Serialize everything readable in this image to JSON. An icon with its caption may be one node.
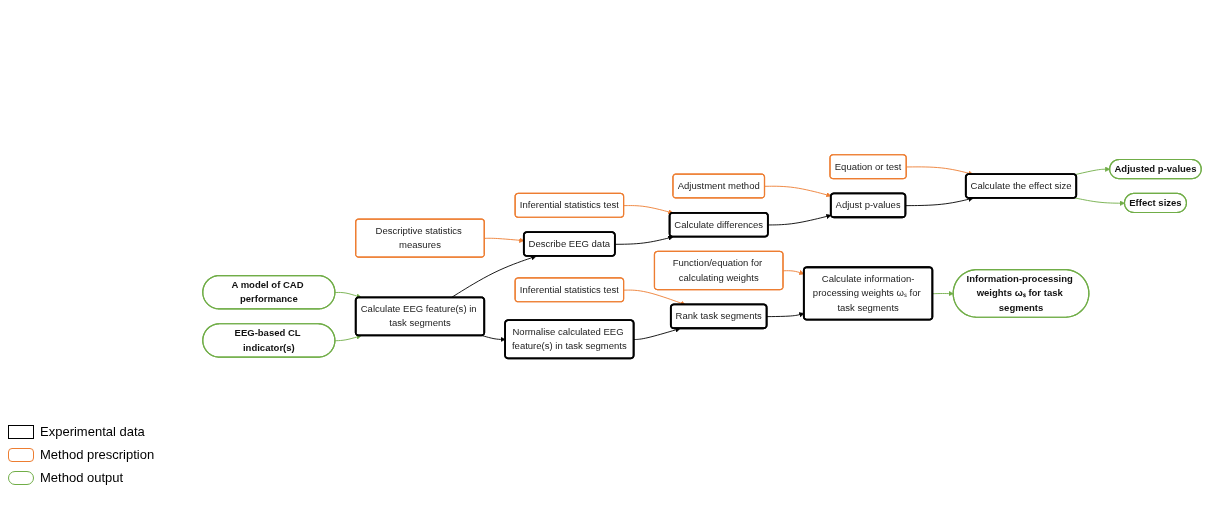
{
  "diagram": {
    "nodes": [
      {
        "text": [
          "EEG-based CL indicator(s)"
        ]
      },
      {
        "text": [
          "A model of CAD performance"
        ]
      },
      {
        "text": [
          "Calculate EEG feature(s) in task segments"
        ]
      },
      {
        "text": [
          "Descriptive statistics measures"
        ]
      },
      {
        "text": [
          "Describe EEG data"
        ]
      },
      {
        "text": [
          "Inferential statistics test"
        ]
      },
      {
        "text": [
          "Calculate differences"
        ]
      },
      {
        "text": [
          "Adjustment method"
        ]
      },
      {
        "text": [
          "Adjust p-values"
        ]
      },
      {
        "text": [
          "Equation or test"
        ]
      },
      {
        "text": [
          "Calculate the effect size"
        ]
      },
      {
        "text": [
          "Adjusted p-values"
        ]
      },
      {
        "text": [
          "Effect sizes"
        ]
      },
      {
        "text": [
          "Normalise calculated EEG feature(s) in task segments"
        ]
      },
      {
        "text": [
          "Inferential statistics test"
        ]
      },
      {
        "text": [
          "Rank task segments"
        ]
      },
      {
        "text": [
          "Function/equation for calculating weights"
        ]
      },
      {
        "text": [
          "Calculate information-processing weights ωₛ for task segments"
        ]
      },
      {
        "text": [
          "Information-processing weights ωₛ for task segments"
        ]
      }
    ],
    "edges": [
      {
        "from": 0,
        "to": 2,
        "arrow": "to",
        "color": "#70ad47"
      },
      {
        "from": 1,
        "to": 2,
        "arrow": "to",
        "color": "#70ad47"
      },
      {
        "from": 2,
        "to": 4,
        "arrow": "to"
      },
      {
        "from": 3,
        "to": 4,
        "arrow": "to",
        "color": "#ed7d31"
      },
      {
        "from": 4,
        "to": 6,
        "arrow": "to"
      },
      {
        "from": 5,
        "to": 6,
        "arrow": "to",
        "color": "#ed7d31"
      },
      {
        "from": 6,
        "to": 8,
        "arrow": "to"
      },
      {
        "from": 7,
        "to": 8,
        "arrow": "to",
        "color": "#ed7d31"
      },
      {
        "from": 8,
        "to": 10,
        "arrow": "to"
      },
      {
        "from": 9,
        "to": 10,
        "arrow": "to",
        "color": "#ed7d31"
      },
      {
        "from": 10,
        "to": 11,
        "arrow": "to",
        "color": "#70ad47"
      },
      {
        "from": 10,
        "to": 12,
        "arrow": "to",
        "color": "#70ad47"
      },
      {
        "from": 2,
        "to": 13,
        "arrow": "to"
      },
      {
        "from": 13,
        "to": 15,
        "arrow": "to"
      },
      {
        "from": 14,
        "to": 15,
        "arrow": "to",
        "color": "#ed7d31"
      },
      {
        "from": 15,
        "to": 17,
        "arrow": "to"
      },
      {
        "from": 16,
        "to": 17,
        "arrow": "to",
        "color": "#ed7d31"
      },
      {
        "from": 17,
        "to": 18,
        "arrow": "to",
        "color": "#70ad47"
      }
    ],
    "legend": [
      {
        "text": "Experimental data"
      },
      {
        "text": "Method prescription"
      },
      {
        "text": "Method output"
      }
    ]
  }
}
